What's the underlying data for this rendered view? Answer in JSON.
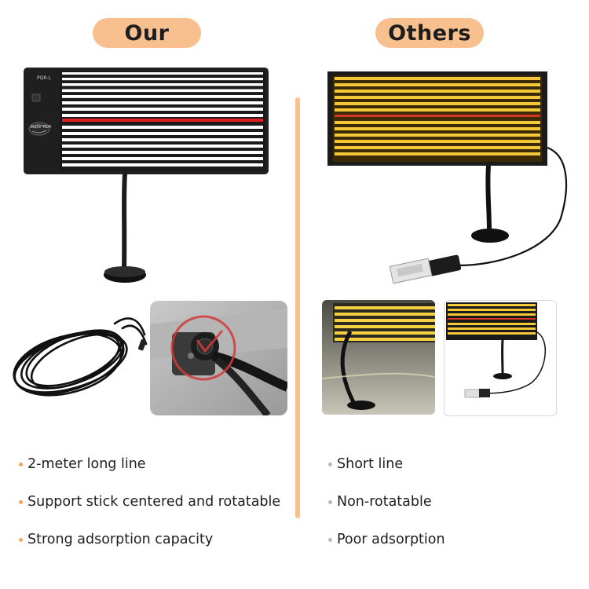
{
  "headers": {
    "left": "Our",
    "right": "Others"
  },
  "product_label": "PQR-L",
  "logo_text": "Super PDR",
  "left_features": [
    "2-meter long line",
    "Support stick centered and rotatable",
    "Strong adsorption capacity"
  ],
  "right_features": [
    "Short line",
    "Non-rotatable",
    "Poor adsorption"
  ],
  "colors": {
    "pill_background": "#f7c08e",
    "divider": "#f7c08e",
    "left_bullet": "#f0a466",
    "right_bullet": "#b8b8b8",
    "board_stripe_red": "#e02020",
    "others_glow": "#f5c83a"
  }
}
